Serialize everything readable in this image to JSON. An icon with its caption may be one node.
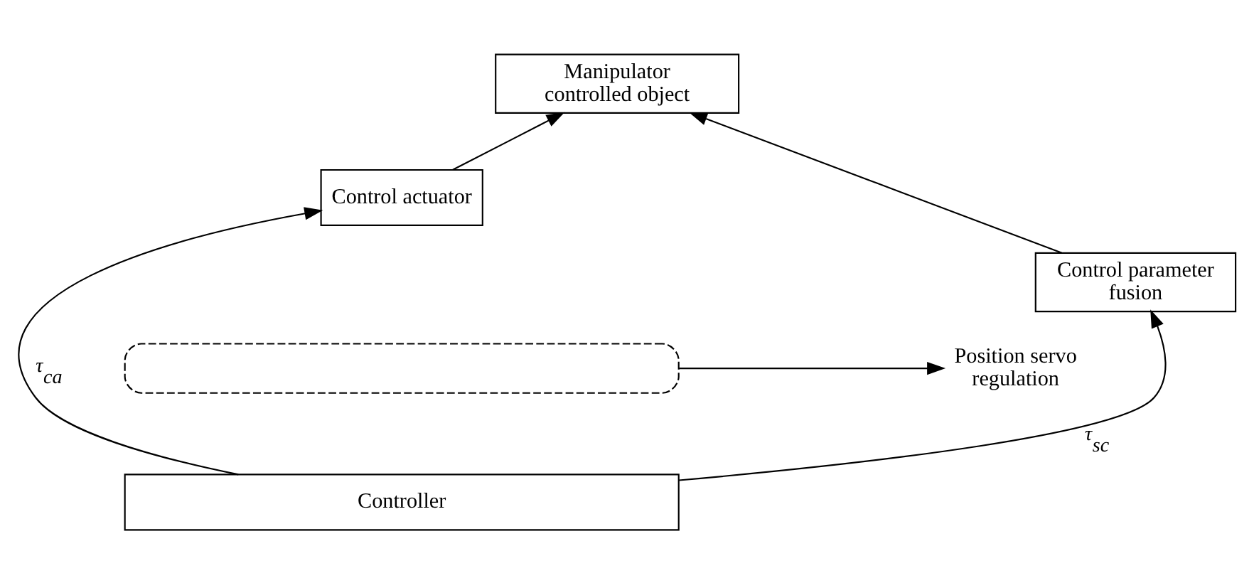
{
  "diagram": {
    "nodes": [
      {
        "text": [
          "Manipulator controlled object"
        ]
      },
      {
        "text": [
          "Control actuator"
        ]
      },
      {
        "text": [
          "Control parameter fusion"
        ]
      },
      {
        "text": [],
        "shape": "box"
      },
      {
        "text": [
          "Position servo regulation"
        ]
      },
      {
        "text": [
          "Controller"
        ]
      }
    ],
    "edges": [
      {
        "from": 1,
        "to": 0,
        "arrow": "to"
      },
      {
        "from": 2,
        "to": 0,
        "arrow": "to"
      },
      {
        "from": 5,
        "to": 1,
        "arrow": "to",
        "label": "τ$_{ca}$"
      },
      {
        "from": 5,
        "to": 2,
        "arrow": "to",
        "label": "τ$_{sc}$"
      },
      {
        "from": 3,
        "to": 4,
        "arrow": "to"
      }
    ]
  }
}
